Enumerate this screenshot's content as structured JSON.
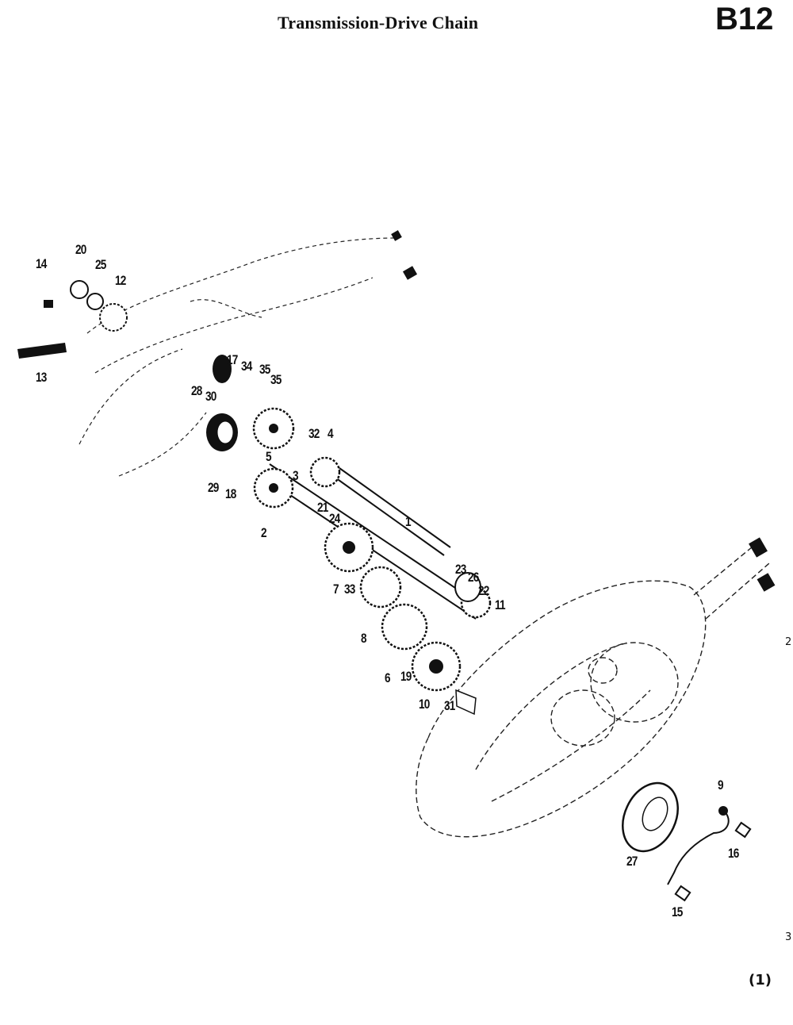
{
  "header": {
    "title": "Transmission-Drive Chain",
    "code": "B12"
  },
  "parts": [
    {
      "id": "p1",
      "text": "1",
      "cls": "part-label"
    },
    {
      "id": "p2",
      "text": "2",
      "cls": "part-label"
    },
    {
      "id": "p3",
      "text": "3",
      "cls": "part-label"
    },
    {
      "id": "p4",
      "text": "4",
      "cls": "part-label"
    },
    {
      "id": "p5",
      "text": "5",
      "cls": "part-label"
    },
    {
      "id": "p6",
      "text": "6",
      "cls": "part-label"
    },
    {
      "id": "p7",
      "text": "7",
      "cls": "part-label"
    },
    {
      "id": "p8",
      "text": "8",
      "cls": "part-label"
    },
    {
      "id": "p9",
      "text": "9",
      "cls": "part-label"
    },
    {
      "id": "p10",
      "text": "10",
      "cls": "part-label"
    },
    {
      "id": "p11",
      "text": "11",
      "cls": "part-label"
    },
    {
      "id": "p12",
      "text": "12",
      "cls": "part-label"
    },
    {
      "id": "p13",
      "text": "13",
      "cls": "part-label"
    },
    {
      "id": "p14",
      "text": "14",
      "cls": "part-label"
    },
    {
      "id": "p15",
      "text": "15",
      "cls": "part-label"
    },
    {
      "id": "p16",
      "text": "16",
      "cls": "part-label"
    },
    {
      "id": "p17",
      "text": "17",
      "cls": "part-label"
    },
    {
      "id": "p18",
      "text": "18",
      "cls": "part-label"
    },
    {
      "id": "p19",
      "text": "19",
      "cls": "part-label"
    },
    {
      "id": "p20",
      "text": "20",
      "cls": "part-label"
    },
    {
      "id": "p21",
      "text": "21",
      "cls": "part-label"
    },
    {
      "id": "p22",
      "text": "22",
      "cls": "part-label"
    },
    {
      "id": "p23",
      "text": "23",
      "cls": "part-label"
    },
    {
      "id": "p24",
      "text": "24",
      "cls": "part-label"
    },
    {
      "id": "p25",
      "text": "25",
      "cls": "part-label"
    },
    {
      "id": "p26",
      "text": "26",
      "cls": "part-label"
    },
    {
      "id": "p27",
      "text": "27",
      "cls": "part-label"
    },
    {
      "id": "p28",
      "text": "28",
      "cls": "part-label"
    },
    {
      "id": "p29",
      "text": "29",
      "cls": "part-label"
    },
    {
      "id": "p30",
      "text": "30",
      "cls": "part-label"
    },
    {
      "id": "p31",
      "text": "31",
      "cls": "part-label"
    },
    {
      "id": "p32",
      "text": "32",
      "cls": "part-label"
    },
    {
      "id": "p33",
      "text": "33",
      "cls": "part-label"
    },
    {
      "id": "p34",
      "text": "34",
      "cls": "part-label"
    },
    {
      "id": "p35",
      "text": "35",
      "cls": "part-label"
    }
  ],
  "edge_fragments": [
    "2",
    "3",
    "(1)"
  ]
}
